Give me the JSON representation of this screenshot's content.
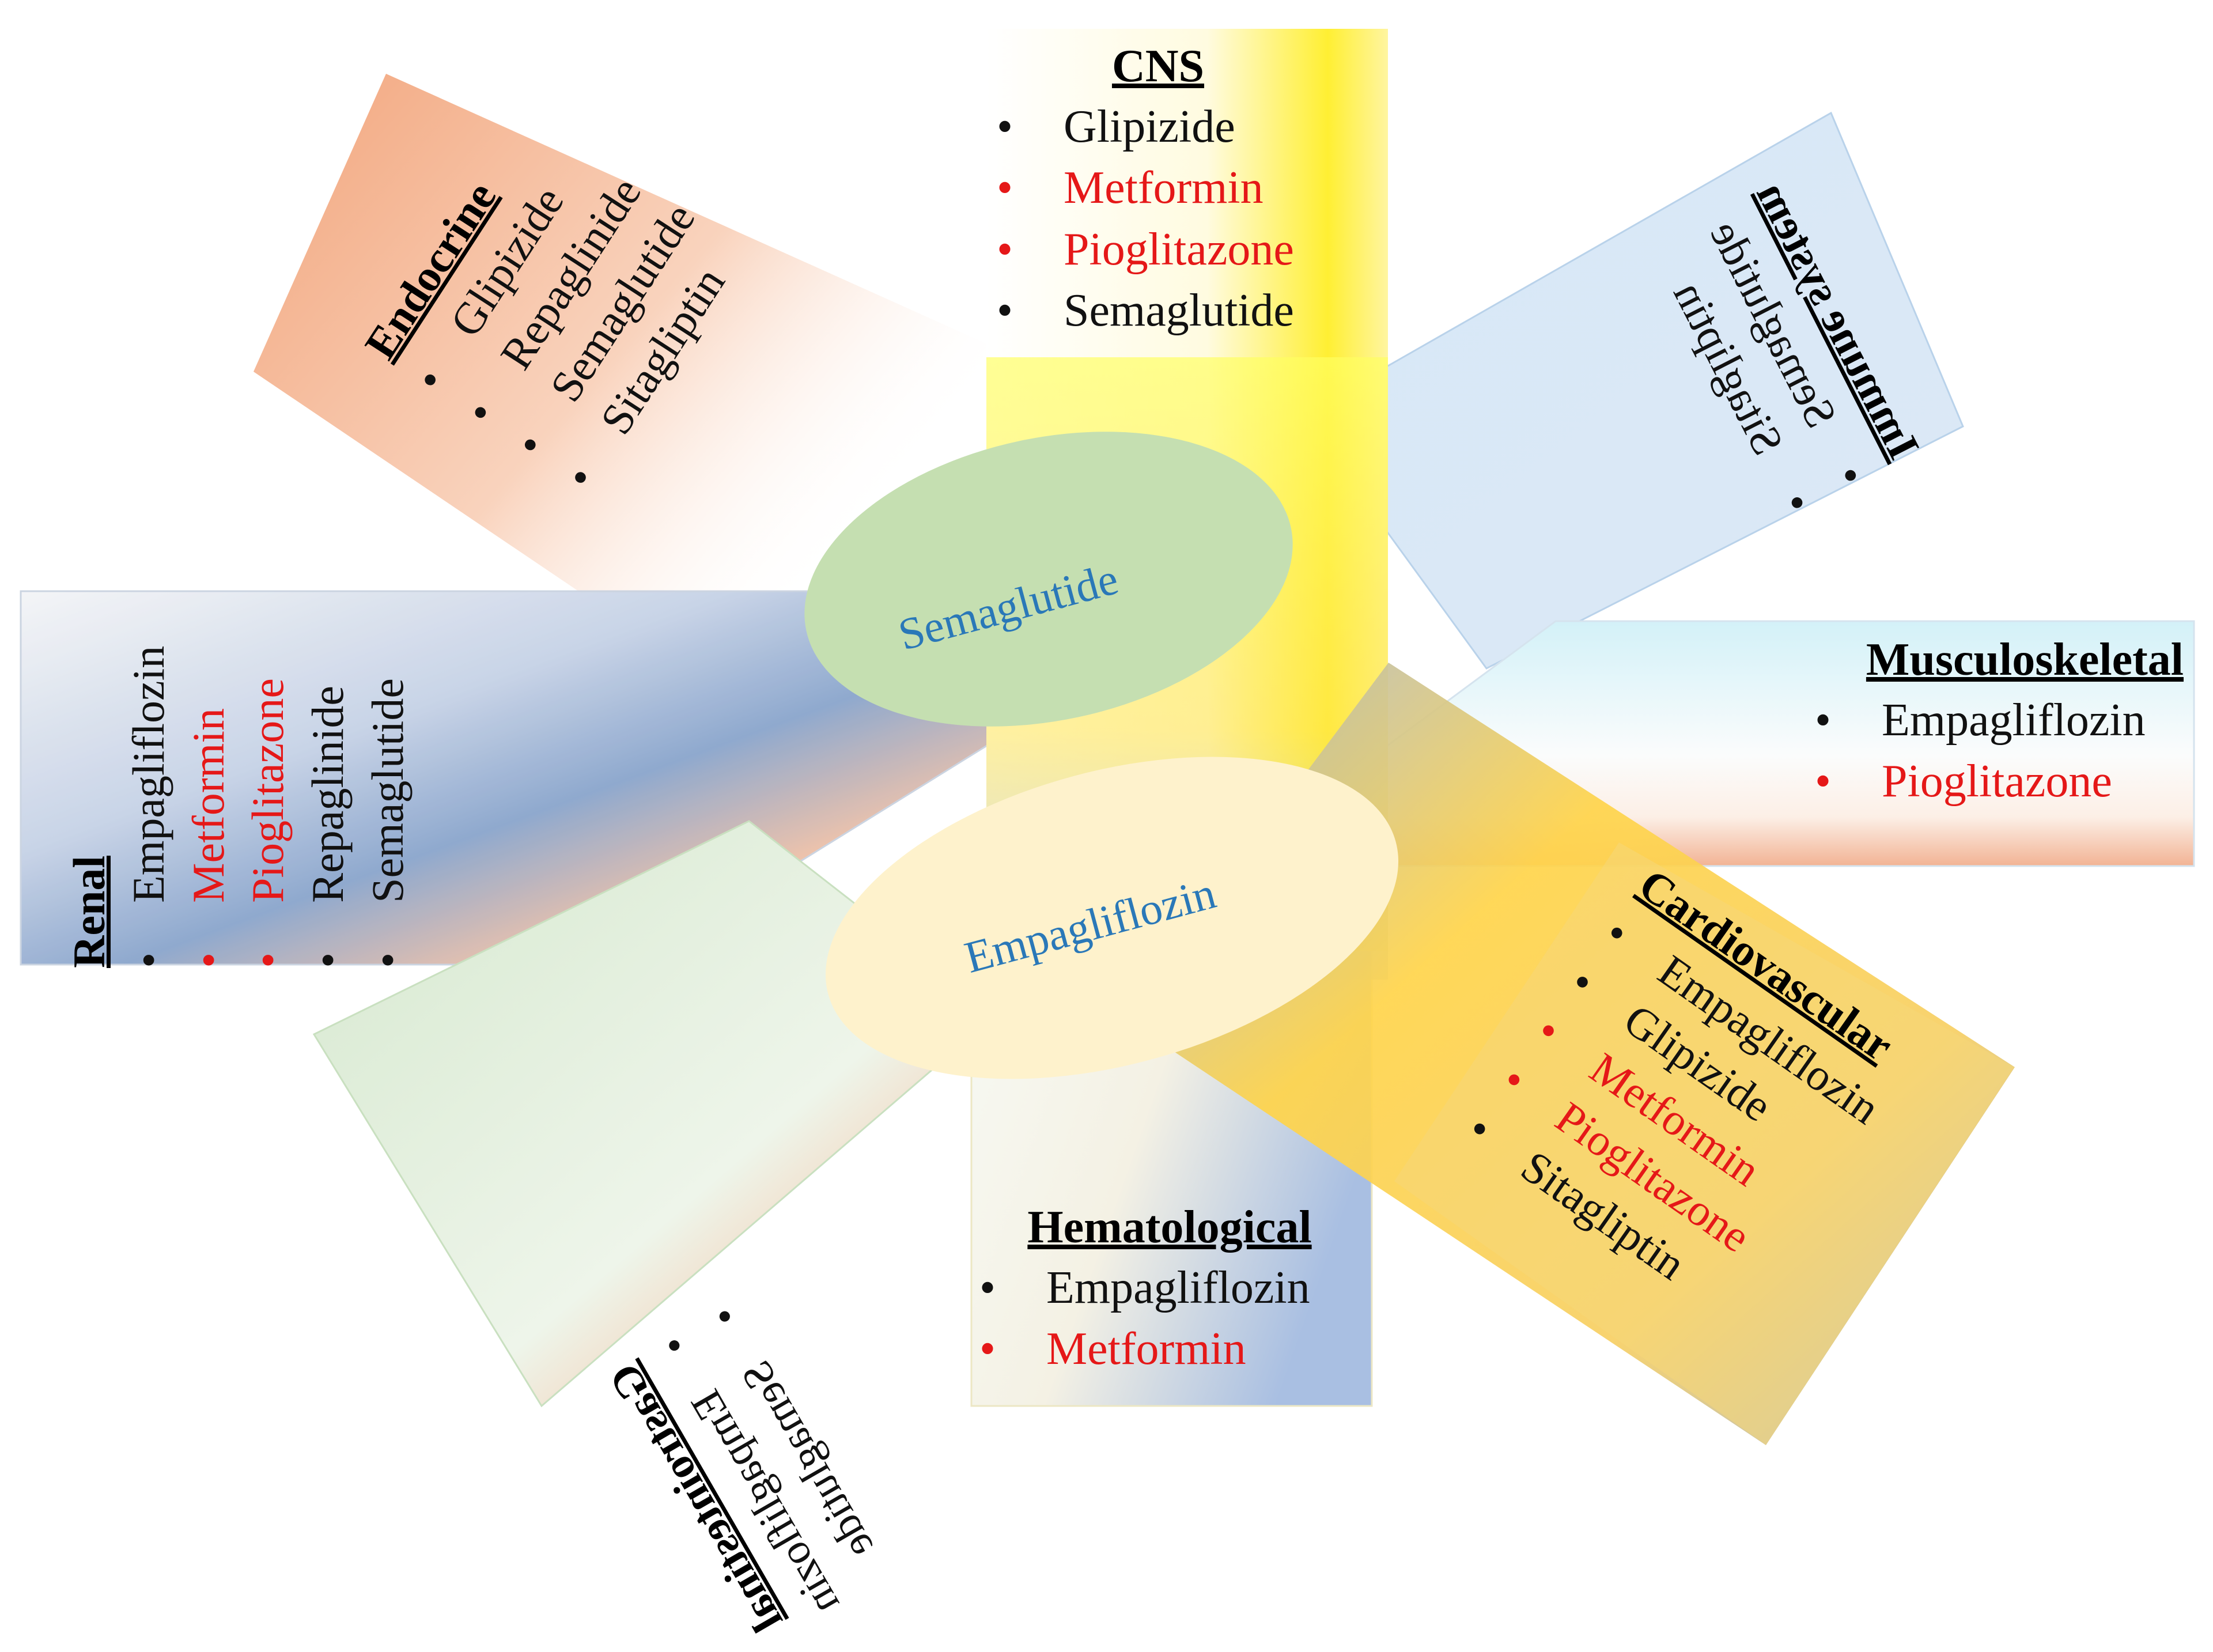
{
  "centers": {
    "top": "Semaglutide",
    "bottom": "Empagliflozin"
  },
  "colors": {
    "drug_default": "#111111",
    "drug_highlight": "#e51818",
    "center_text": "#2a78b8",
    "top_ellipse_fill": "#c5dfb1",
    "bottom_ellipse_fill": "#fef2cc"
  },
  "categories": {
    "cns": {
      "title": "CNS",
      "items": [
        {
          "name": "Glipizide",
          "color": "black"
        },
        {
          "name": "Metformin",
          "color": "red"
        },
        {
          "name": "Pioglitazone",
          "color": "red"
        },
        {
          "name": "Semaglutide",
          "color": "black"
        }
      ]
    },
    "endocrine": {
      "title": "Endocrine",
      "items": [
        {
          "name": "Glipizide",
          "color": "black"
        },
        {
          "name": "Repaglinide",
          "color": "black"
        },
        {
          "name": "Semaglutide",
          "color": "black"
        },
        {
          "name": "Sitagliptin",
          "color": "black"
        }
      ]
    },
    "immune": {
      "title": "Immune system",
      "items": [
        {
          "name": "Semaglutide",
          "color": "black"
        },
        {
          "name": "Sitagliptin",
          "color": "black"
        }
      ]
    },
    "renal": {
      "title": "Renal",
      "items": [
        {
          "name": "Empagliflozin",
          "color": "black"
        },
        {
          "name": "Metformin",
          "color": "red"
        },
        {
          "name": "Pioglitazone",
          "color": "red"
        },
        {
          "name": "Repaglinide",
          "color": "black"
        },
        {
          "name": "Semaglutide",
          "color": "black"
        }
      ]
    },
    "musculoskeletal": {
      "title": "Musculoskeletal",
      "items": [
        {
          "name": "Empagliflozin",
          "color": "black"
        },
        {
          "name": "Pioglitazone",
          "color": "red"
        }
      ]
    },
    "cardiovascular": {
      "title": "Cardiovascular",
      "items": [
        {
          "name": "Empagliflozin",
          "color": "black"
        },
        {
          "name": "Glipizide",
          "color": "black"
        },
        {
          "name": "Metformin",
          "color": "red"
        },
        {
          "name": "Pioglitazone",
          "color": "red"
        },
        {
          "name": "Sitagliptin",
          "color": "black"
        }
      ]
    },
    "gastrointestinal": {
      "title": "Gastrointestinal",
      "items": [
        {
          "name": "Empagliflozin",
          "color": "black"
        },
        {
          "name": "Semaglutide",
          "color": "black"
        }
      ]
    },
    "hematological": {
      "title": "Hematological",
      "items": [
        {
          "name": "Empagliflozin",
          "color": "black"
        },
        {
          "name": "Metformin",
          "color": "red"
        }
      ]
    }
  }
}
